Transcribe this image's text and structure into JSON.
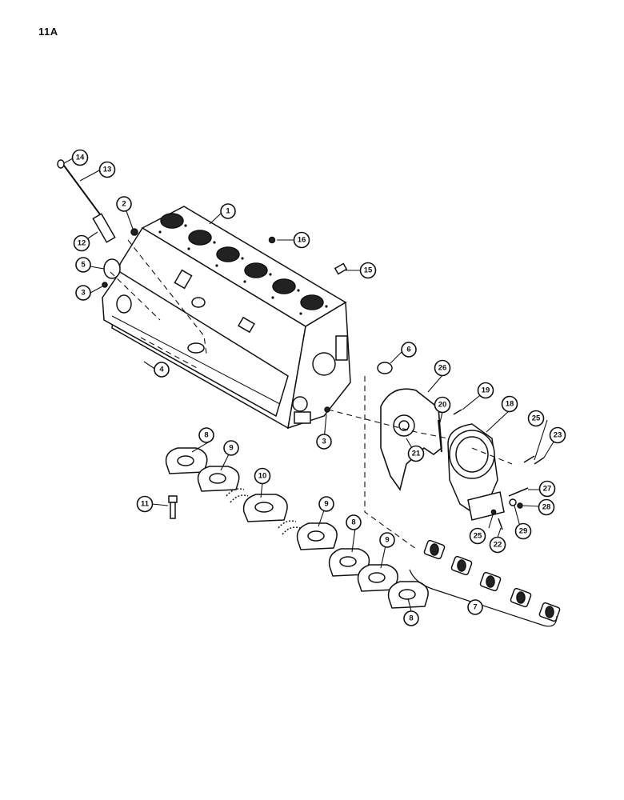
{
  "page": {
    "label": "11A"
  },
  "callouts": [
    {
      "id": "c1",
      "text": "1"
    },
    {
      "id": "c2",
      "text": "2"
    },
    {
      "id": "c3a",
      "text": "3"
    },
    {
      "id": "c3b",
      "text": "3"
    },
    {
      "id": "c4",
      "text": "4"
    },
    {
      "id": "c5",
      "text": "5"
    },
    {
      "id": "c6",
      "text": "6"
    },
    {
      "id": "c7",
      "text": "7"
    },
    {
      "id": "c8a",
      "text": "8"
    },
    {
      "id": "c8b",
      "text": "8"
    },
    {
      "id": "c8c",
      "text": "8"
    },
    {
      "id": "c9a",
      "text": "9"
    },
    {
      "id": "c9b",
      "text": "9"
    },
    {
      "id": "c9c",
      "text": "9"
    },
    {
      "id": "c10",
      "text": "10"
    },
    {
      "id": "c11",
      "text": "11"
    },
    {
      "id": "c12",
      "text": "12"
    },
    {
      "id": "c13",
      "text": "13"
    },
    {
      "id": "c14",
      "text": "14"
    },
    {
      "id": "c15",
      "text": "15"
    },
    {
      "id": "c16",
      "text": "16"
    },
    {
      "id": "c18",
      "text": "18"
    },
    {
      "id": "c19",
      "text": "19"
    },
    {
      "id": "c20",
      "text": "20"
    },
    {
      "id": "c21",
      "text": "21"
    },
    {
      "id": "c22",
      "text": "22"
    },
    {
      "id": "c23",
      "text": "23"
    },
    {
      "id": "c25a",
      "text": "25"
    },
    {
      "id": "c25b",
      "text": "25"
    },
    {
      "id": "c26",
      "text": "26"
    },
    {
      "id": "c27",
      "text": "27"
    },
    {
      "id": "c28",
      "text": "28"
    },
    {
      "id": "c29",
      "text": "29"
    }
  ]
}
